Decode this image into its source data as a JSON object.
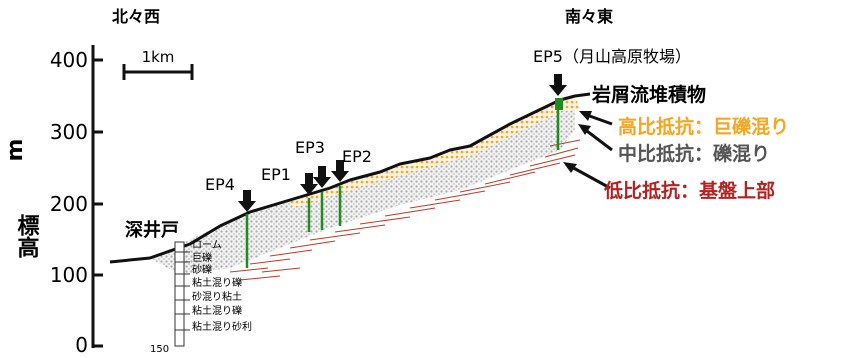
{
  "orientation": {
    "left": "北々西",
    "right": "南々東"
  },
  "y_axis": {
    "label_main": "標高",
    "label_unit": "m",
    "ticks": [
      "0",
      "100",
      "200",
      "300",
      "400"
    ]
  },
  "scale_bar": "1km",
  "well": {
    "name": "深井戸",
    "layers": [
      "ローム",
      "巨礫",
      "砂礫",
      "粘土混り礫",
      "砂混り粘土",
      "粘土混り礫",
      "粘土混り砂利"
    ],
    "depth_label": "150"
  },
  "points": [
    {
      "id": "EP4",
      "label": "EP4"
    },
    {
      "id": "EP1",
      "label": "EP1"
    },
    {
      "id": "EP3",
      "label": "EP3"
    },
    {
      "id": "EP2",
      "label": "EP2"
    },
    {
      "id": "EP5",
      "label": "EP5（月山高原牧場）"
    }
  ],
  "legend": {
    "deposit": "岩屑流堆積物",
    "high": "高比抵抗：巨礫混り",
    "mid": "中比抵抗：礫混り",
    "low": "低比抵抗：基盤上部"
  },
  "colors": {
    "high": "#f5a623",
    "mid": "#555555",
    "low": "#b22222",
    "profile_green": "#1e8c1e",
    "dot_fill": "#c8c8c8",
    "hatch": "#c0392b"
  }
}
